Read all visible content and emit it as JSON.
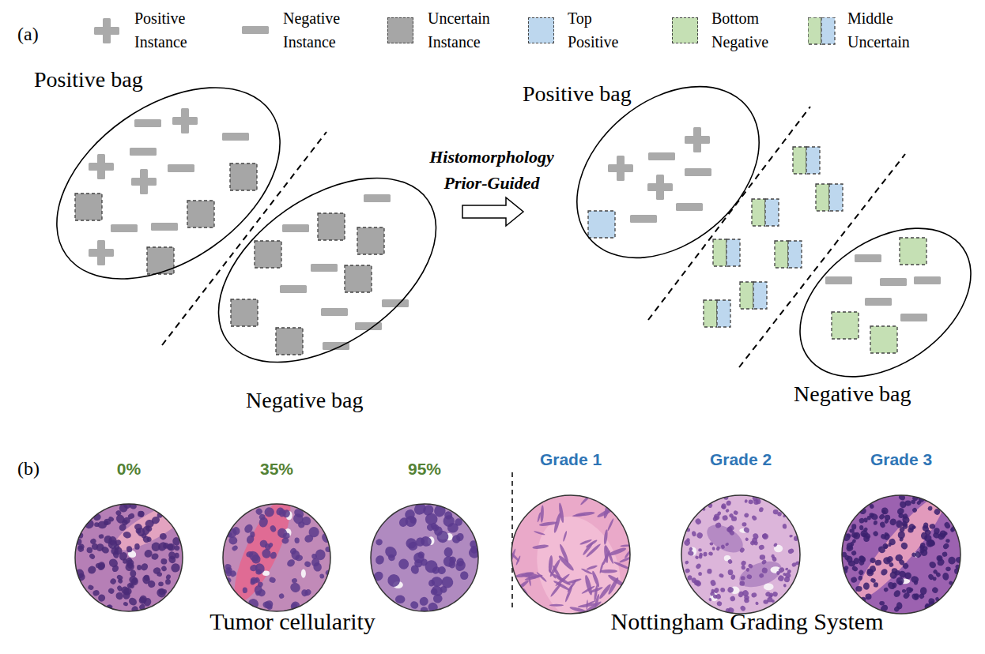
{
  "diagram": {
    "nodes": [
      {
        "text": [
          "Positive bag"
        ]
      },
      {
        "text": [
          "Negative bag"
        ]
      },
      {
        "text": [
          "Positive bag"
        ]
      },
      {
        "text": [
          "Negative bag"
        ]
      },
      {
        "text": [
          "0%"
        ]
      },
      {
        "text": [
          "35%"
        ]
      },
      {
        "text": [
          "95%"
        ]
      },
      {
        "text": [
          "Grade 1"
        ]
      },
      {
        "text": [
          "Grade 2"
        ]
      },
      {
        "text": [
          "Grade 3"
        ]
      }
    ],
    "labels": [
      "(a)",
      "Histomorphology Prior-Guided",
      "(b)",
      "Tumor cellularity",
      "Nottingham Grading System"
    ],
    "legend": [
      {
        "text": "Positive Instance"
      },
      {
        "text": "Negative Instance"
      },
      {
        "text": "Uncertain Instance",
        "color": "#a6a6a6"
      },
      {
        "text": "Top Positive",
        "color": "#bdd7ee"
      },
      {
        "text": "Bottom Negative",
        "color": "#c5e0b4"
      },
      {
        "text": "Middle Uncertain"
      }
    ]
  }
}
